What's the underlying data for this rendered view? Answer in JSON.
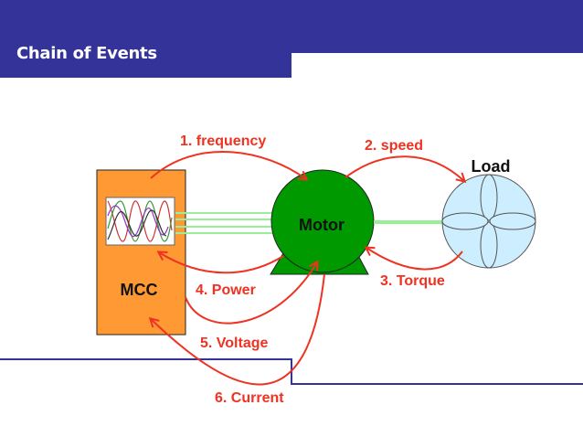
{
  "slide": {
    "title": "Chain of Events"
  },
  "colors": {
    "band": "#333399",
    "mcc_fill": "#ff9933",
    "motor_fill": "#009900",
    "load_fill": "#cceeff",
    "arrow": "#ee3322",
    "label": "#ee3322",
    "link": "#99ee99"
  },
  "nodes": {
    "mcc": "MCC",
    "motor": "Motor",
    "load": "Load"
  },
  "arrows": {
    "frequency": "1. frequency",
    "speed": "2. speed",
    "torque": "3. Torque",
    "power": "4. Power",
    "voltage": "5. Voltage",
    "current": "6. Current"
  }
}
